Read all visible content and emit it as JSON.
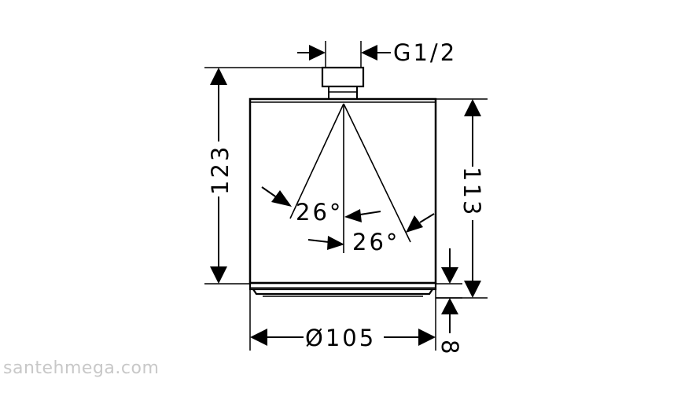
{
  "drawing": {
    "connection_label": "G1/2",
    "height_total": "123",
    "height_body": "113",
    "diameter": "Ø105",
    "ring_height": "8",
    "angle_left": "26°",
    "angle_right": "26°"
  },
  "watermark": "santehmega.com",
  "colors": {
    "line": "#000000",
    "background": "#ffffff",
    "watermark": "#c8c8c8"
  }
}
